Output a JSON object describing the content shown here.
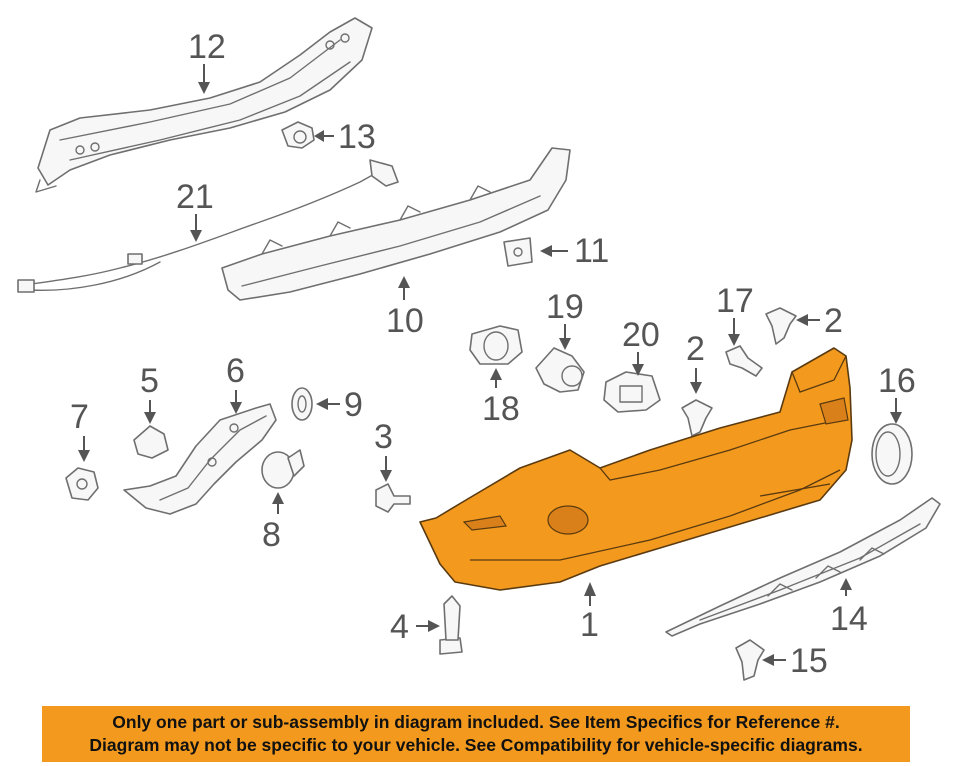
{
  "callouts": {
    "c1": "1",
    "c2a": "2",
    "c2b": "2",
    "c3": "3",
    "c4": "4",
    "c5": "5",
    "c6": "6",
    "c7": "7",
    "c8": "8",
    "c9": "9",
    "c10": "10",
    "c11": "11",
    "c12": "12",
    "c13": "13",
    "c14": "14",
    "c15": "15",
    "c16": "16",
    "c17": "17",
    "c18": "18",
    "c19": "19",
    "c20": "20",
    "c21": "21"
  },
  "colors": {
    "highlight": "#F39A1E",
    "line": "#6f6f6f",
    "notice_bg": "#F39A1E"
  },
  "notice": {
    "line1": "Only one part or sub-assembly in diagram included. See Item Specifics for Reference #.",
    "line2": "Diagram may not be specific to your vehicle. See Compatibility for vehicle-specific diagrams."
  }
}
